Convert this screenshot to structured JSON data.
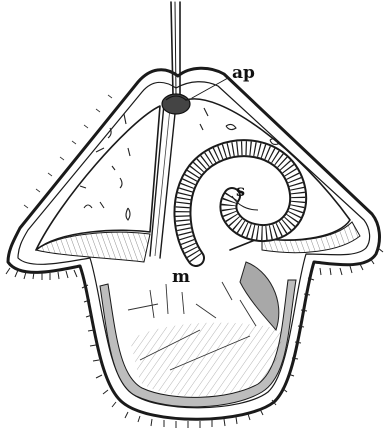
{
  "figure": {
    "labels": {
      "ap": "ap",
      "s": "s",
      "m": "m"
    },
    "colors": {
      "ink": "#1a1a1a",
      "paper": "#ffffff",
      "band": "#9a9a9a"
    }
  }
}
